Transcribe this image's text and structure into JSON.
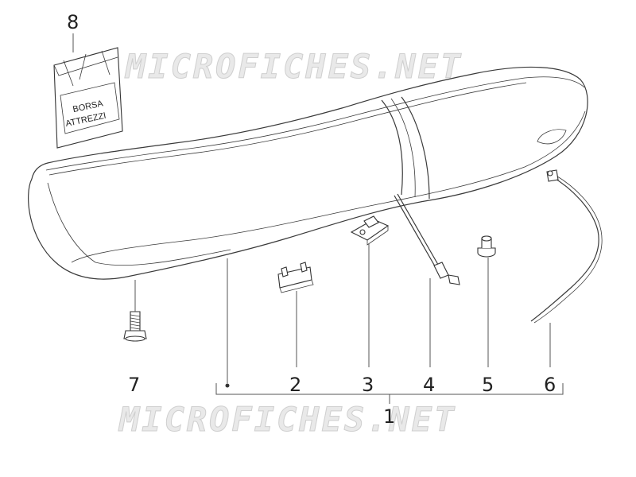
{
  "watermark": {
    "text": "MICROFICHES.NET"
  },
  "tool_bag": {
    "line1": "BORSA",
    "line2": "ATTREZZI"
  },
  "callouts": [
    {
      "id": "1",
      "label": "1"
    },
    {
      "id": "2",
      "label": "2"
    },
    {
      "id": "3",
      "label": "3"
    },
    {
      "id": "4",
      "label": "4"
    },
    {
      "id": "5",
      "label": "5"
    },
    {
      "id": "6",
      "label": "6"
    },
    {
      "id": "7",
      "label": "7"
    },
    {
      "id": "8",
      "label": "8"
    }
  ]
}
